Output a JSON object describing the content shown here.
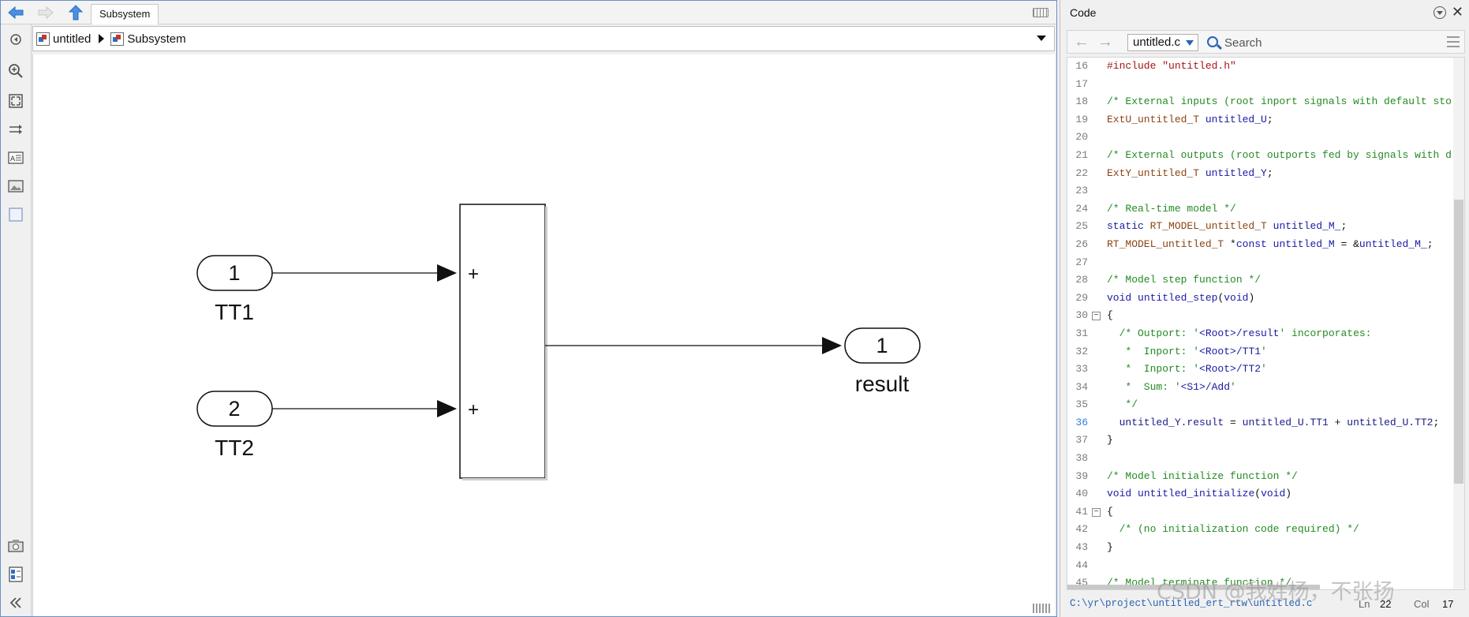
{
  "editor": {
    "tab_title": "Subsystem",
    "breadcrumb": [
      "untitled",
      "Subsystem"
    ]
  },
  "diagram": {
    "inports": [
      {
        "number": "1",
        "label": "TT1"
      },
      {
        "number": "2",
        "label": "TT2"
      }
    ],
    "sum_signs": [
      "+",
      "+"
    ],
    "outport": {
      "number": "1",
      "label": "result"
    }
  },
  "code_panel": {
    "title": "Code",
    "file_select": "untitled.c",
    "search_placeholder": "Search",
    "file_path": "C:\\yr\\project\\untitled_ert_rtw\\untitled.c",
    "ln_label": "Ln",
    "ln_value": "22",
    "col_label": "Col",
    "col_value": "17",
    "active_line": 36,
    "lines": [
      {
        "n": "16",
        "fold": false,
        "tokens": [
          [
            "str",
            "#include \"untitled.h\""
          ]
        ]
      },
      {
        "n": "17",
        "fold": false,
        "tokens": []
      },
      {
        "n": "18",
        "fold": false,
        "tokens": [
          [
            "cm",
            "/* External inputs (root inport signals with default sto"
          ]
        ]
      },
      {
        "n": "19",
        "fold": false,
        "tokens": [
          [
            "ty",
            "ExtU_untitled_T "
          ],
          [
            "id",
            "untitled_U"
          ],
          [
            "pl",
            ";"
          ]
        ]
      },
      {
        "n": "20",
        "fold": false,
        "tokens": []
      },
      {
        "n": "21",
        "fold": false,
        "tokens": [
          [
            "cm",
            "/* External outputs (root outports fed by signals with d"
          ]
        ]
      },
      {
        "n": "22",
        "fold": false,
        "tokens": [
          [
            "ty",
            "ExtY_untitled_T "
          ],
          [
            "id",
            "untitled_Y"
          ],
          [
            "pl",
            ";"
          ]
        ]
      },
      {
        "n": "23",
        "fold": false,
        "tokens": []
      },
      {
        "n": "24",
        "fold": false,
        "tokens": [
          [
            "cm",
            "/* Real-time model */"
          ]
        ]
      },
      {
        "n": "25",
        "fold": false,
        "tokens": [
          [
            "kw",
            "static "
          ],
          [
            "ty",
            "RT_MODEL_untitled_T "
          ],
          [
            "id",
            "untitled_M_"
          ],
          [
            "pl",
            ";"
          ]
        ]
      },
      {
        "n": "26",
        "fold": false,
        "tokens": [
          [
            "ty",
            "RT_MODEL_untitled_T "
          ],
          [
            "pl",
            "*"
          ],
          [
            "kw",
            "const "
          ],
          [
            "id",
            "untitled_M"
          ],
          [
            "pl",
            " = &"
          ],
          [
            "id",
            "untitled_M_"
          ],
          [
            "pl",
            ";"
          ]
        ]
      },
      {
        "n": "27",
        "fold": false,
        "tokens": []
      },
      {
        "n": "28",
        "fold": false,
        "tokens": [
          [
            "cm",
            "/* Model step function */"
          ]
        ]
      },
      {
        "n": "29",
        "fold": false,
        "tokens": [
          [
            "kw",
            "void "
          ],
          [
            "id",
            "untitled_step"
          ],
          [
            "pl",
            "("
          ],
          [
            "kw",
            "void"
          ],
          [
            "pl",
            ")"
          ]
        ]
      },
      {
        "n": "30",
        "fold": true,
        "tokens": [
          [
            "pl",
            "{"
          ]
        ]
      },
      {
        "n": "31",
        "fold": false,
        "tokens": [
          [
            "cm",
            "  /* Outport: '"
          ],
          [
            "id",
            "<Root>/result"
          ],
          [
            "cm",
            "' incorporates:"
          ]
        ]
      },
      {
        "n": "32",
        "fold": false,
        "tokens": [
          [
            "cm",
            "   *  Inport: '"
          ],
          [
            "id",
            "<Root>/TT1"
          ],
          [
            "cm",
            "'"
          ]
        ]
      },
      {
        "n": "33",
        "fold": false,
        "tokens": [
          [
            "cm",
            "   *  Inport: '"
          ],
          [
            "id",
            "<Root>/TT2"
          ],
          [
            "cm",
            "'"
          ]
        ]
      },
      {
        "n": "34",
        "fold": false,
        "tokens": [
          [
            "cm",
            "   *  Sum: '"
          ],
          [
            "id",
            "<S1>/Add"
          ],
          [
            "cm",
            "'"
          ]
        ]
      },
      {
        "n": "35",
        "fold": false,
        "tokens": [
          [
            "cm",
            "   */"
          ]
        ]
      },
      {
        "n": "36",
        "fold": false,
        "tokens": [
          [
            "pl",
            "  "
          ],
          [
            "rid",
            "untitled_Y.result"
          ],
          [
            "pl",
            " = "
          ],
          [
            "rid",
            "untitled_U.TT1"
          ],
          [
            "pl",
            " + "
          ],
          [
            "rid",
            "untitled_U.TT2"
          ],
          [
            "pl",
            ";"
          ]
        ]
      },
      {
        "n": "37",
        "fold": false,
        "tokens": [
          [
            "pl",
            "}"
          ]
        ]
      },
      {
        "n": "38",
        "fold": false,
        "tokens": []
      },
      {
        "n": "39",
        "fold": false,
        "tokens": [
          [
            "cm",
            "/* Model initialize function */"
          ]
        ]
      },
      {
        "n": "40",
        "fold": false,
        "tokens": [
          [
            "kw",
            "void "
          ],
          [
            "id",
            "untitled_initialize"
          ],
          [
            "pl",
            "("
          ],
          [
            "kw",
            "void"
          ],
          [
            "pl",
            ")"
          ]
        ]
      },
      {
        "n": "41",
        "fold": true,
        "tokens": [
          [
            "pl",
            "{"
          ]
        ]
      },
      {
        "n": "42",
        "fold": false,
        "tokens": [
          [
            "cm",
            "  /* (no initialization code required) */"
          ]
        ]
      },
      {
        "n": "43",
        "fold": false,
        "tokens": [
          [
            "pl",
            "}"
          ]
        ]
      },
      {
        "n": "44",
        "fold": false,
        "tokens": []
      },
      {
        "n": "45",
        "fold": false,
        "tokens": [
          [
            "cm",
            "/* Model terminate function */"
          ]
        ]
      }
    ]
  },
  "watermark": "CSDN @我姓杨，不张扬",
  "colors": {
    "accent_blue": "#2962b5",
    "comment_green": "#228b22",
    "string_red": "#a31515",
    "type_brown": "#8b4513",
    "keyword_blue": "#1a1aa6"
  },
  "icons": {
    "back": "back-arrow-icon",
    "forward": "forward-arrow-icon",
    "up": "up-arrow-icon",
    "zoom": "zoom-in-icon",
    "fit": "fit-to-view-icon",
    "signal": "signal-arrows-icon",
    "annotation": "annotation-icon",
    "image": "image-icon",
    "area": "area-icon",
    "camera": "camera-icon",
    "properties": "properties-icon",
    "collapse": "collapse-icon"
  }
}
